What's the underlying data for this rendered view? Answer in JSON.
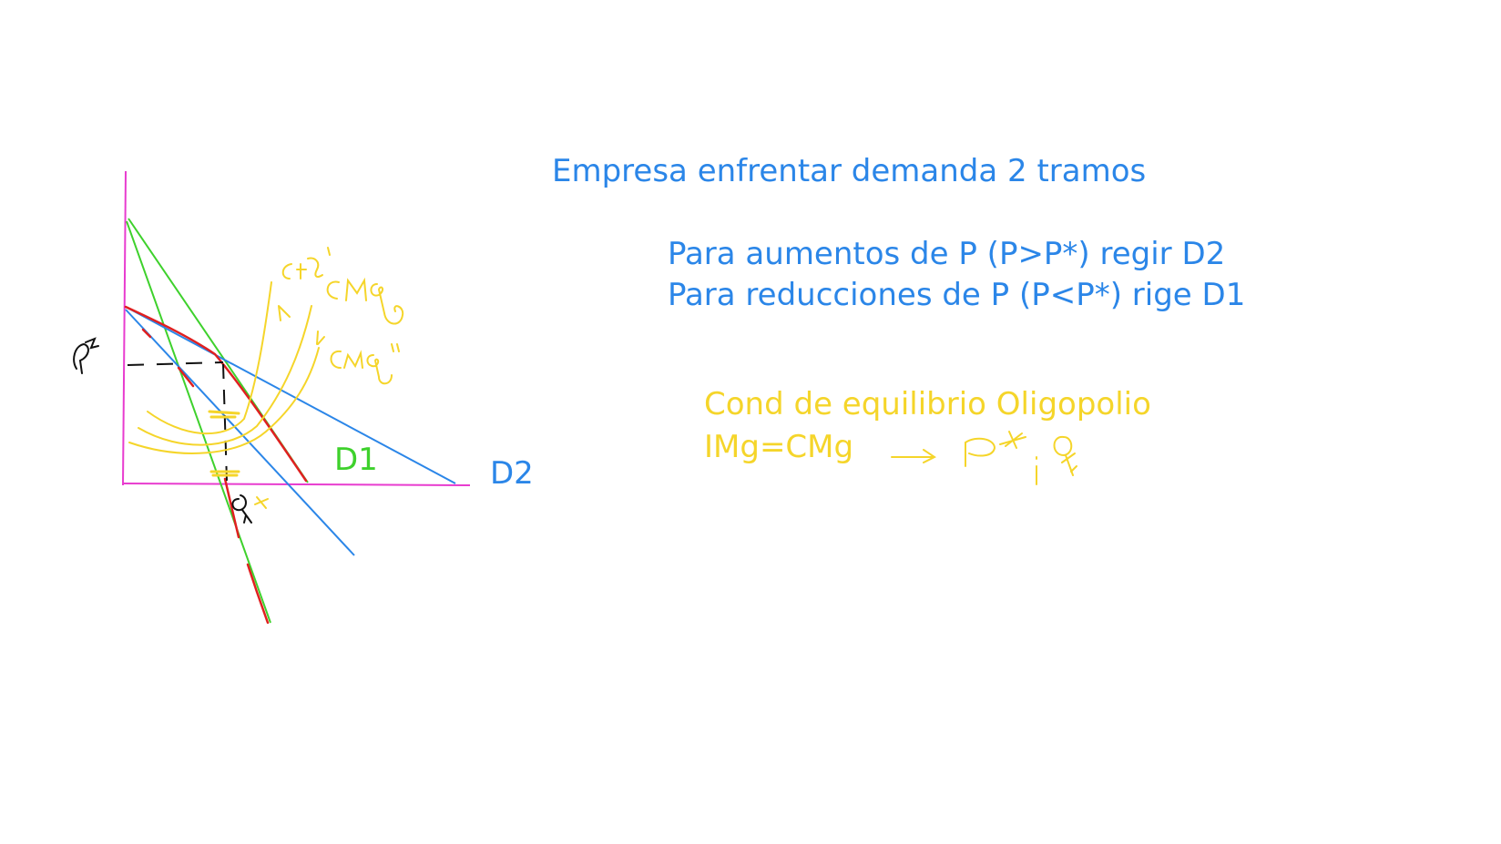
{
  "notes": {
    "title": "Empresa enfrentar demanda 2 tramos",
    "rule_up": "Para aumentos de P (P>P*) regir D2",
    "rule_down": "Para reducciones de P (P<P*) rige D1",
    "eq_title": "Cond de equilibrio Oligopolio",
    "eq_formula": "IMg=CMg"
  },
  "diagram": {
    "curve_d1_label": "D1",
    "curve_d2_label": "D2"
  },
  "colors": {
    "axis": "#e83ccf",
    "d1_green": "#3ed12c",
    "d2_blue": "#2b86e8",
    "kinked_red": "#e02020",
    "cost_yellow": "#f5d52a",
    "ink_black": "#111111",
    "text_blue": "#2b86e8",
    "text_yellow": "#f5d52a"
  }
}
